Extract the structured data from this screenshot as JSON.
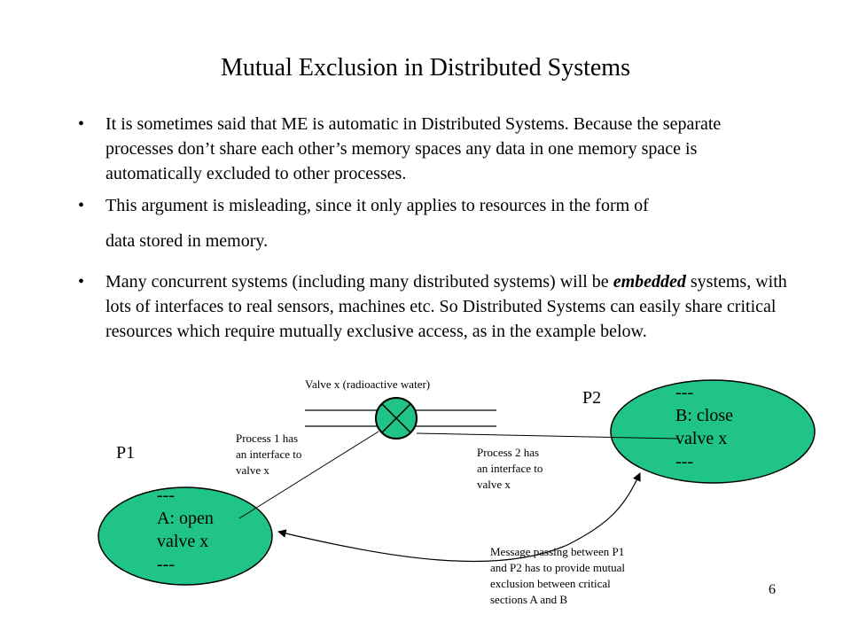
{
  "title": "Mutual Exclusion in Distributed Systems",
  "bullet_symbol": "•",
  "bullets": [
    {
      "text": "It is sometimes said that ME is automatic in Distributed Systems. Because the separate processes don’t share each other’s memory spaces any data in one memory space is automatically excluded to other processes."
    },
    {
      "line1": "This argument is misleading, since it only applies to resources in the form of",
      "line2": "data stored in memory."
    },
    {
      "pre": "Many concurrent systems (including many distributed systems) will be ",
      "emph": "embedded",
      "post": " systems, with lots of interfaces to real sensors, machines etc.  So Distributed Systems can easily share critical resources which require mutually exclusive access, as in the example below."
    }
  ],
  "diagram": {
    "valve_label": "Valve x (radioactive water)",
    "p1_label": "P1",
    "p2_label": "P2",
    "p1_code": [
      "---",
      "A: open",
      "valve x",
      "---"
    ],
    "p2_code": [
      "---",
      "B: close",
      "valve x",
      "---"
    ],
    "process1_note": [
      "Process 1 has",
      "an interface to",
      "valve x"
    ],
    "process2_note": [
      "Process 2 has",
      "an interface to",
      "valve x"
    ],
    "message_note": [
      "Message passing between P1",
      "and P2 has to provide mutual",
      "exclusion between critical",
      "sections A and B"
    ],
    "process_fill": "#1fc486",
    "valve_fill": "#1fc486"
  },
  "page_number": "6"
}
